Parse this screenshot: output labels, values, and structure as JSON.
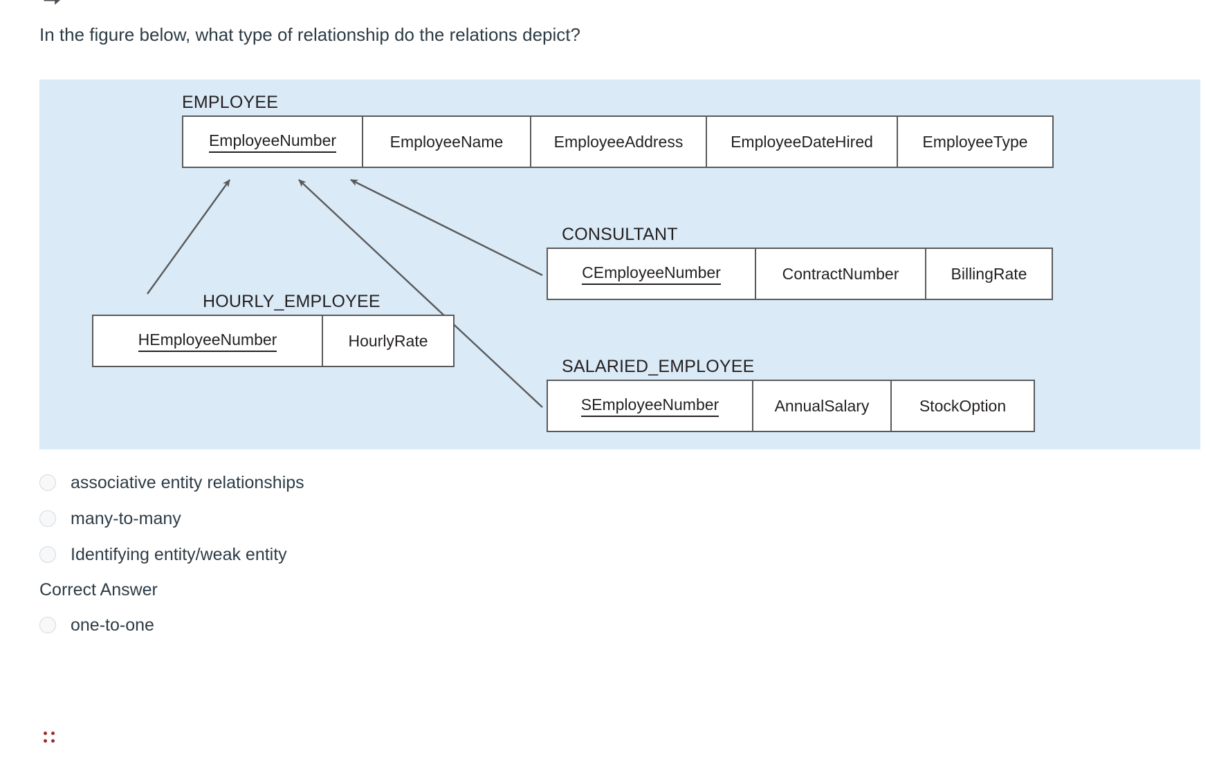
{
  "question": {
    "text": "In the figure below, what type of relationship do the relations depict?"
  },
  "figure": {
    "background_color": "#daeaf6",
    "relations": [
      {
        "name": "EMPLOYEE",
        "attributes": [
          {
            "label": "EmployeeNumber",
            "primary_key": true
          },
          {
            "label": "EmployeeName",
            "primary_key": false
          },
          {
            "label": "EmployeeAddress",
            "primary_key": false
          },
          {
            "label": "EmployeeDateHired",
            "primary_key": false
          },
          {
            "label": "EmployeeType",
            "primary_key": false
          }
        ]
      },
      {
        "name": "CONSULTANT",
        "attributes": [
          {
            "label": "CEmployeeNumber",
            "primary_key": true
          },
          {
            "label": "ContractNumber",
            "primary_key": false
          },
          {
            "label": "BillingRate",
            "primary_key": false
          }
        ]
      },
      {
        "name": "HOURLY_EMPLOYEE",
        "attributes": [
          {
            "label": "HEmployeeNumber",
            "primary_key": true
          },
          {
            "label": "HourlyRate",
            "primary_key": false
          }
        ]
      },
      {
        "name": "SALARIED_EMPLOYEE",
        "attributes": [
          {
            "label": "SEmployeeNumber",
            "primary_key": true
          },
          {
            "label": "AnnualSalary",
            "primary_key": false
          },
          {
            "label": "StockOption",
            "primary_key": false
          }
        ]
      }
    ],
    "connectors": [
      {
        "from": "HOURLY_EMPLOYEE",
        "to": "EMPLOYEE",
        "style": "arrow"
      },
      {
        "from": "SALARIED_EMPLOYEE",
        "to": "EMPLOYEE",
        "style": "arrow"
      },
      {
        "from": "CONSULTANT",
        "to": "EMPLOYEE",
        "style": "arrow"
      }
    ]
  },
  "answers": {
    "correct_answer_note": "Correct Answer",
    "options": [
      {
        "label": "associative entity relationships",
        "selected": false
      },
      {
        "label": "many-to-many",
        "selected": false
      },
      {
        "label": "Identifying entity/weak entity",
        "selected": false
      },
      {
        "label": "one-to-one",
        "selected": false
      }
    ]
  },
  "drag_handle": {
    "icon": "drag-dots-icon",
    "color": "#9e2a2b"
  }
}
